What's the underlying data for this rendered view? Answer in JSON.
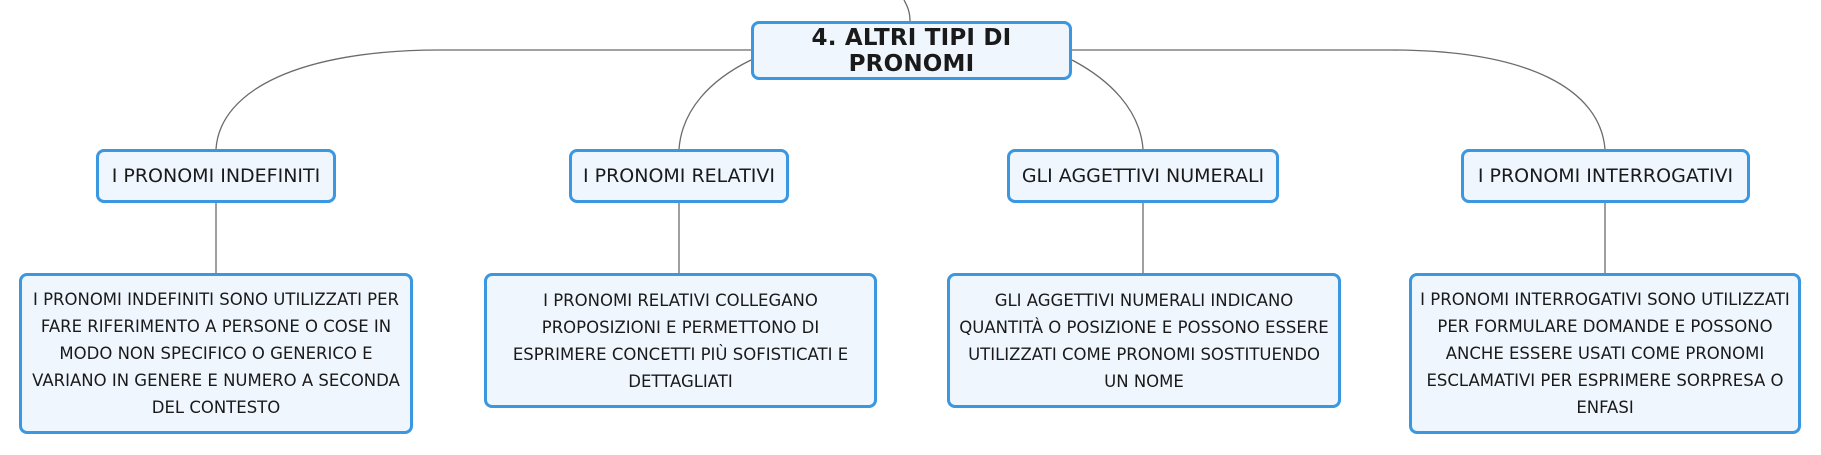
{
  "root": {
    "label": "4. ALTRI TIPI DI PRONOMI"
  },
  "categories": [
    {
      "label": "I PRONOMI INDEFINITI",
      "description": "I PRONOMI INDEFINITI SONO UTILIZZATI PER FARE RIFERIMENTO A PERSONE O COSE IN MODO NON SPECIFICO O GENERICO E VARIANO IN GENERE E NUMERO A SECONDA DEL CONTESTO"
    },
    {
      "label": "I PRONOMI RELATIVI",
      "description": "I PRONOMI RELATIVI COLLEGANO PROPOSIZIONI E PERMETTONO DI ESPRIMERE CONCETTI PIÙ SOFISTICATI E DETTAGLIATI"
    },
    {
      "label": "GLI AGGETTIVI NUMERALI",
      "description": "GLI AGGETTIVI NUMERALI INDICANO QUANTITÀ O POSIZIONE E POSSONO ESSERE UTILIZZATI COME PRONOMI SOSTITUENDO UN NOME"
    },
    {
      "label": "I PRONOMI INTERROGATIVI",
      "description": "I PRONOMI INTERROGATIVI SONO UTILIZZATI PER FORMULARE DOMANDE E POSSONO ANCHE ESSERE USATI COME PRONOMI ESCLAMATIVI PER ESPRIMERE SORPRESA O ENFASI"
    }
  ],
  "colors": {
    "node_border": "#3a97e0",
    "node_fill": "#eff6fd",
    "connector": "#6b6b6b"
  }
}
